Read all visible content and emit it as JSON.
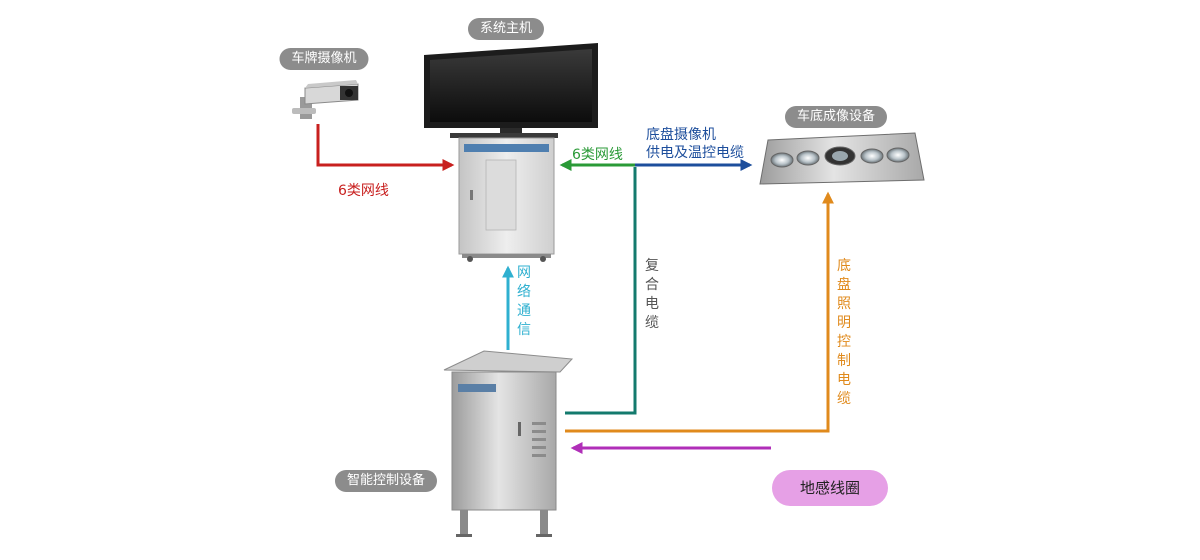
{
  "devices": {
    "host": "系统主机",
    "camera": "车牌摄像机",
    "imaging": "车底成像设备",
    "controller": "智能控制设备",
    "loop": "地感线圈"
  },
  "links": {
    "camera_host": "6类网线",
    "imaging_host": "6类网线",
    "power_line1": "底盘摄像机",
    "power_line2": "供电及温控电缆",
    "network": "网络通信",
    "composite": "复合电缆",
    "lighting": "底盘照明控制电缆"
  },
  "colors": {
    "red": "#c8201f",
    "green": "#2a9a37",
    "blue": "#1d4e9c",
    "cyan": "#2fb0d0",
    "teal": "#137a6d",
    "orange": "#e08a1c",
    "purple": "#b02fb8",
    "pill_gray": "#8c8c8c",
    "pill_pink": "#e6a0e6"
  }
}
